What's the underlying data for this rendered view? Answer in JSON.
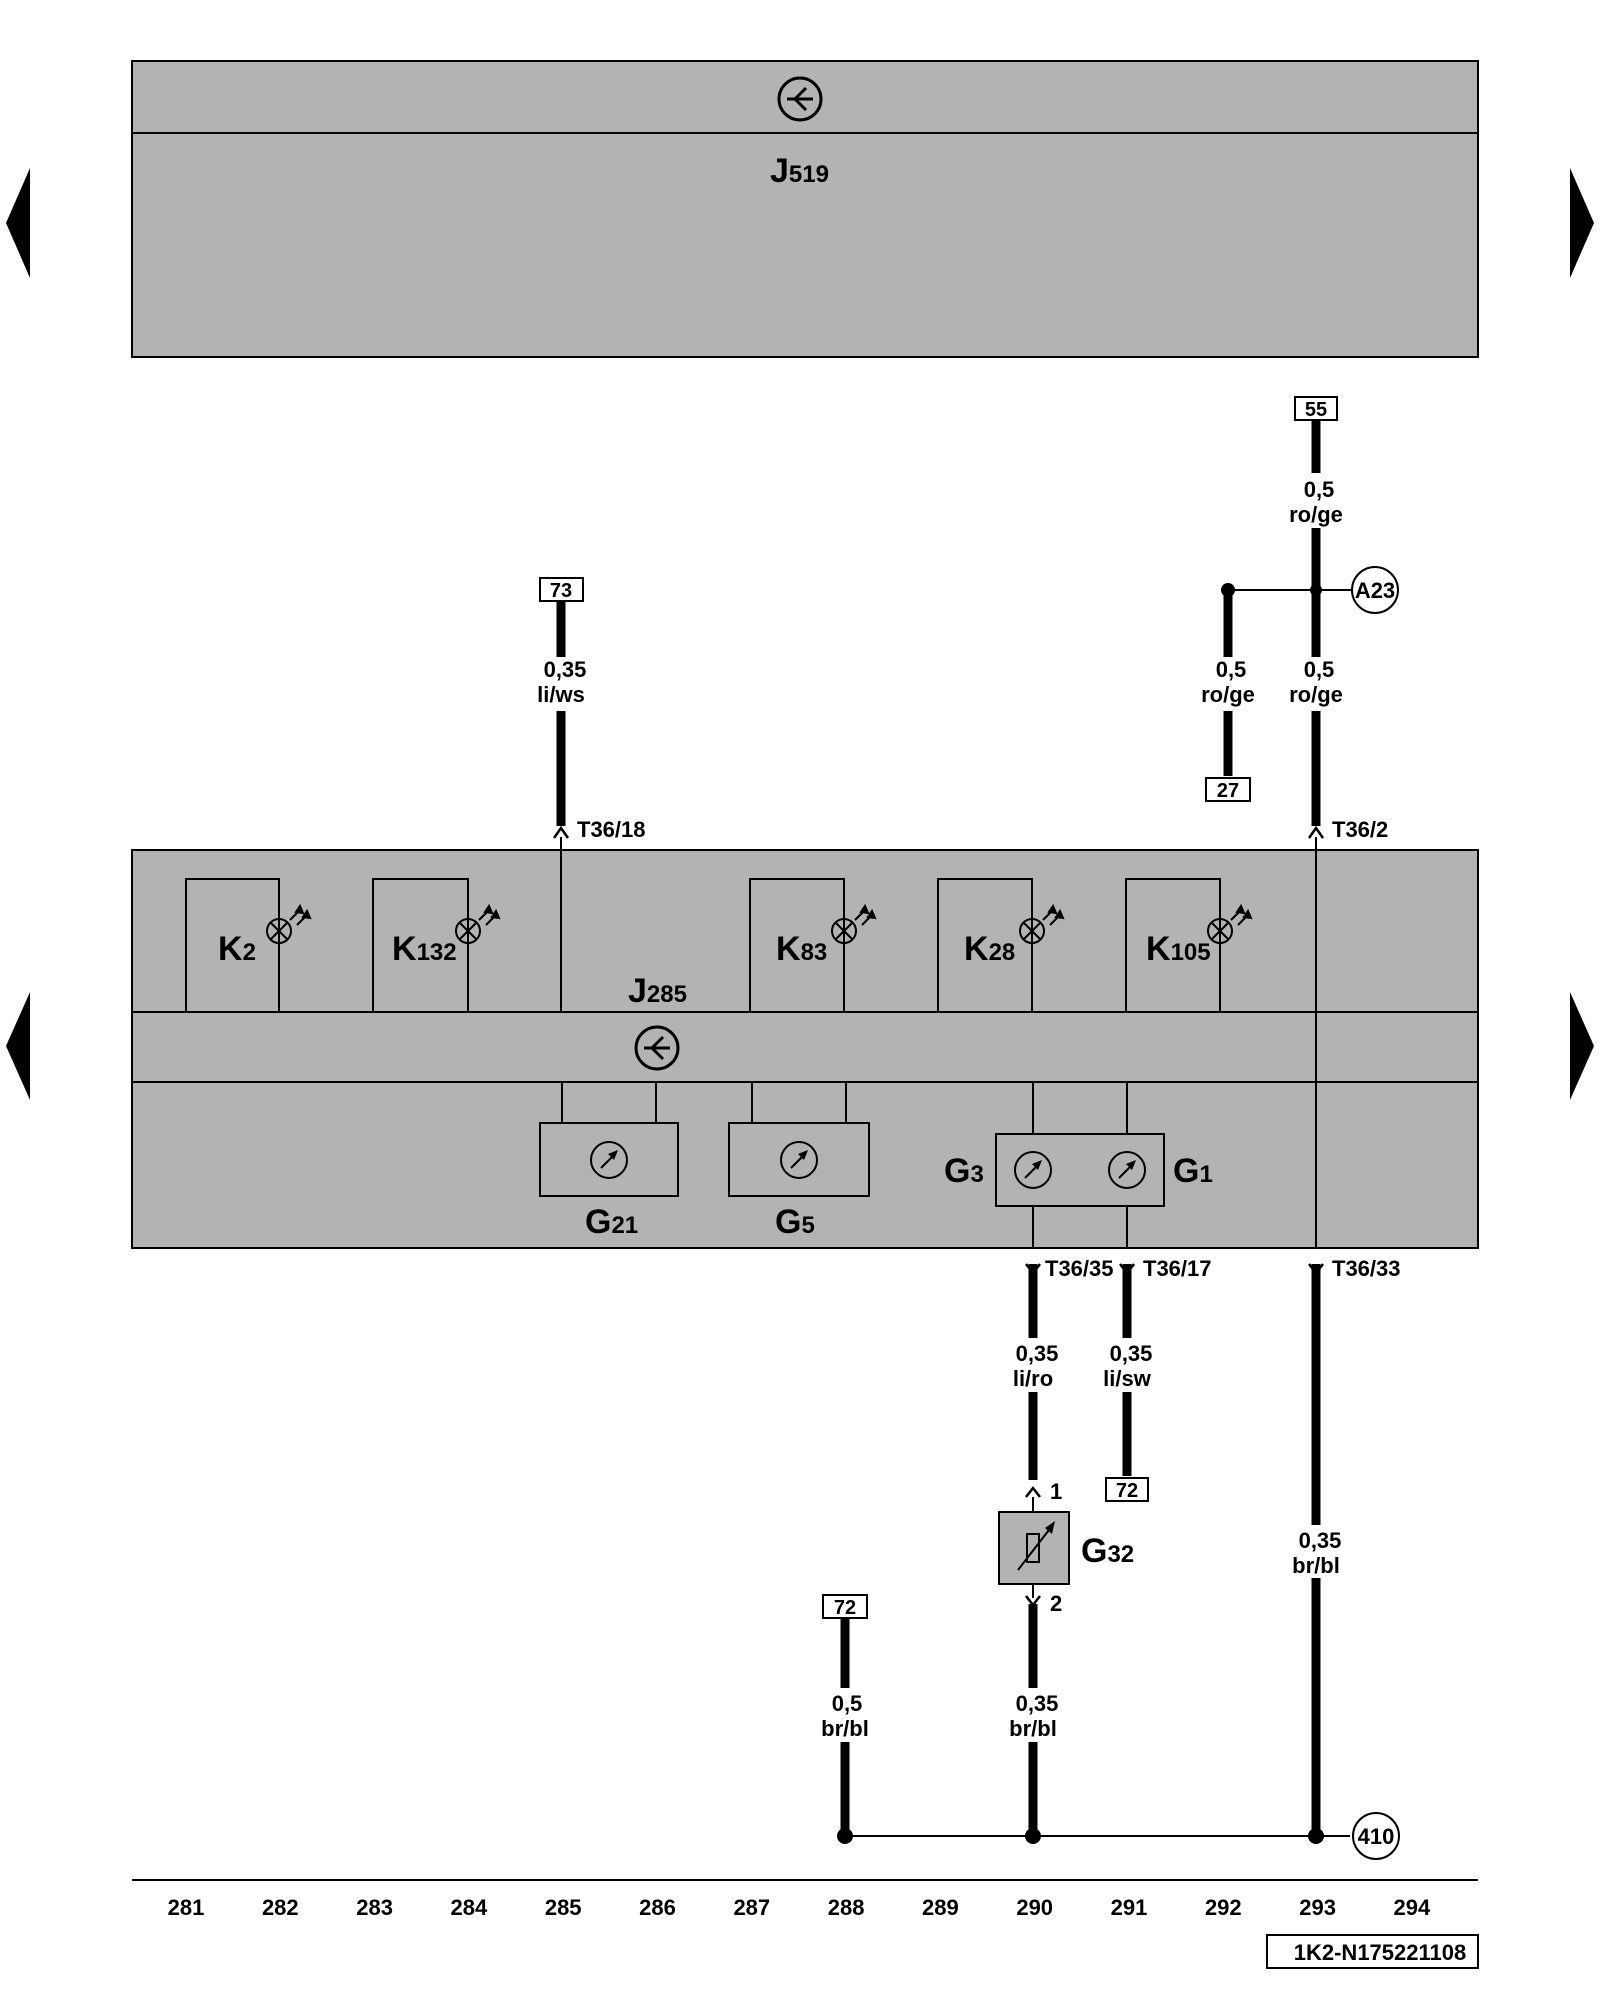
{
  "modules": {
    "top": {
      "name": "J",
      "sub": "519"
    },
    "main": {
      "name": "J",
      "sub": "285"
    }
  },
  "lamps": [
    {
      "name": "K",
      "sub": "2"
    },
    {
      "name": "K",
      "sub": "132"
    },
    {
      "name": "K",
      "sub": "83"
    },
    {
      "name": "K",
      "sub": "28"
    },
    {
      "name": "K",
      "sub": "105"
    }
  ],
  "gauges": [
    {
      "name": "G",
      "sub": "21"
    },
    {
      "name": "G",
      "sub": "5"
    },
    {
      "name": "G",
      "sub": "3"
    },
    {
      "name": "G",
      "sub": "1"
    }
  ],
  "sender": {
    "name": "G",
    "sub": "32",
    "pin1": "1",
    "pin2": "2"
  },
  "connectors": {
    "t36_18": "T36/18",
    "t36_2": "T36/2",
    "t36_35": "T36/35",
    "t36_17": "T36/17",
    "t36_33": "T36/33"
  },
  "refs": {
    "r55": "55",
    "r73": "73",
    "r27": "27",
    "r72a": "72",
    "r72b": "72",
    "a23": "A23",
    "g410": "410"
  },
  "wires": [
    {
      "id": "w73",
      "size": "0,35",
      "color": "li/ws"
    },
    {
      "id": "w55",
      "size": "0,5",
      "color": "ro/ge"
    },
    {
      "id": "w27",
      "size": "0,5",
      "color": "ro/ge"
    },
    {
      "id": "wt362",
      "size": "0,5",
      "color": "ro/ge"
    },
    {
      "id": "w290a",
      "size": "0,35",
      "color": "li/ro"
    },
    {
      "id": "w291",
      "size": "0,35",
      "color": "li/sw"
    },
    {
      "id": "w293",
      "size": "0,35",
      "color": "br/bl"
    },
    {
      "id": "w288",
      "size": "0,5",
      "color": "br/bl"
    },
    {
      "id": "w290b",
      "size": "0,35",
      "color": "br/bl"
    }
  ],
  "columns": [
    "281",
    "282",
    "283",
    "284",
    "285",
    "286",
    "287",
    "288",
    "289",
    "290",
    "291",
    "292",
    "293",
    "294"
  ],
  "diagram_id": "1K2-N175221108",
  "colors": {
    "module_fill": "#b3b3b3",
    "wire": "#000000",
    "background": "#ffffff"
  }
}
